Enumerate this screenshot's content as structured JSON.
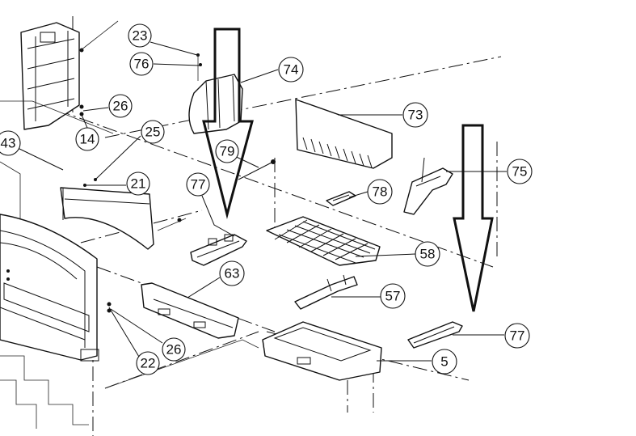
{
  "callouts": [
    {
      "id": "c23",
      "label": "23"
    },
    {
      "id": "c76",
      "label": "76"
    },
    {
      "id": "c74",
      "label": "74"
    },
    {
      "id": "c26a",
      "label": "26"
    },
    {
      "id": "c14",
      "label": "14"
    },
    {
      "id": "c25",
      "label": "25"
    },
    {
      "id": "c43",
      "label": "43"
    },
    {
      "id": "c21",
      "label": "21"
    },
    {
      "id": "c79",
      "label": "79"
    },
    {
      "id": "c77a",
      "label": "77"
    },
    {
      "id": "c73",
      "label": "73"
    },
    {
      "id": "c75",
      "label": "75"
    },
    {
      "id": "c78",
      "label": "78"
    },
    {
      "id": "c58",
      "label": "58"
    },
    {
      "id": "c63",
      "label": "63"
    },
    {
      "id": "c57",
      "label": "57"
    },
    {
      "id": "c26b",
      "label": "26"
    },
    {
      "id": "c22",
      "label": "22"
    },
    {
      "id": "c77b",
      "label": "77"
    },
    {
      "id": "c5",
      "label": "5"
    }
  ]
}
